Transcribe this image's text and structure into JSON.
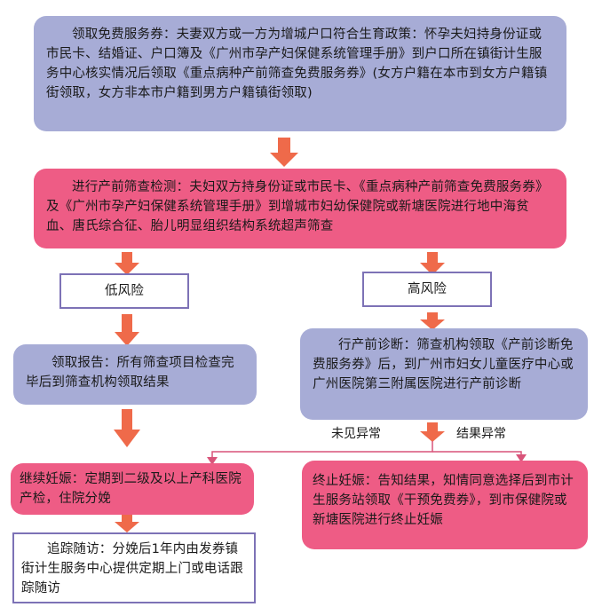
{
  "nodes": {
    "get_voucher": "领取免费服务券：夫妻双方或一方为增城户口符合生育政策：怀孕夫妇持身份证或市民卡、结婚证、户口簿及《广州市孕产妇保健系统管理手册》到户口所在镇街计生服务中心核实情况后领取《重点病种产前筛查免费服务券》(女方户籍在本市到女方户籍镇街领取，女方非本市户籍到男方户籍镇街领取)",
    "screening": "进行产前筛查检测：夫妇双方持身份证或市民卡、《重点病种产前筛查免费服务券》及《广州市孕产妇保健系统管理手册》到增城市妇幼保健院或新塘医院进行地中海贫血、唐氏综合征、胎儿明显组织结构系统超声筛查",
    "low_risk": "低风险",
    "high_risk": "高风险",
    "get_report": "领取报告：所有筛查项目检查完毕后到筛查机构领取结果",
    "prenatal_diag": "行产前诊断：筛查机构领取《产前诊断免费服务券》后，到广州市妇女儿童医疗中心或广州医院第三附属医院进行产前诊断",
    "continue_preg": "继续妊娠：定期到二级及以上产科医院产检，住院分娩",
    "terminate_preg": "终止妊娠：告知结果，知情同意选择后到市计生服务站领取《干预免费券》，到市保健院或新塘医院进行终止妊娠",
    "follow_up": "追踪随访：分娩后1年内由发券镇街计生服务中心提供定期上门或电话跟踪随访"
  },
  "edge_labels": {
    "no_abnormal": "未见异常",
    "abnormal": "结果异常"
  },
  "colors": {
    "blue_box": "#a7acd6",
    "pink_box": "#ee5c85",
    "arrow": "#ef6a4a",
    "outline": "#7d72b6"
  }
}
